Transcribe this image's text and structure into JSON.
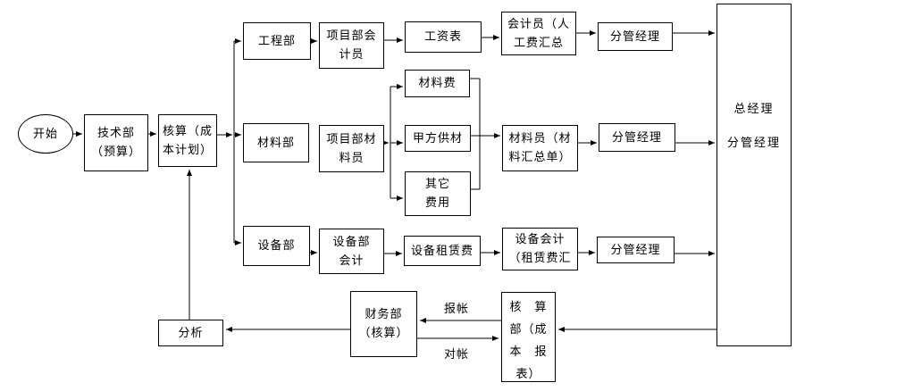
{
  "nodes": {
    "start": "开始",
    "tech_dept": "技术部\n（预算）",
    "cost_plan": "核算（成\n本计划）",
    "engineering_dept": "工程部",
    "project_dept_accountant": "项目部会\n计员",
    "payroll_sheet": "工资表",
    "accountant_labor": "会计员（人\n工费汇总",
    "manager_top": "分管经理",
    "material_dept": "材料部",
    "project_dept_material_clerk": "项目部材\n料员",
    "material_fee": "材料费",
    "owner_supplied_material": "甲方供材",
    "other_fee": "其它\n费用",
    "material_clerk": "材料员（材\n料汇总单）",
    "manager_mid": "分管经理",
    "equipment_dept": "设备部",
    "equipment_dept_accountant": "设备部\n会计",
    "equipment_rental_fee": "设备租赁费",
    "equipment_accountant_rental": "设备会计\n（租赁费汇",
    "manager_bottom": "分管经理",
    "general_manager": "总经理\n\n分管经理",
    "finance_dept": "财务部\n（核算）",
    "accounting_dept_report": "核　算\n部（成\n本　报\n表）",
    "analysis": "分析"
  },
  "edge_labels": {
    "bao_zhang": "报帐",
    "dui_zhang": "对帐"
  },
  "colors": {
    "line": "#000000",
    "background": "#ffffff",
    "border": "#000000"
  }
}
